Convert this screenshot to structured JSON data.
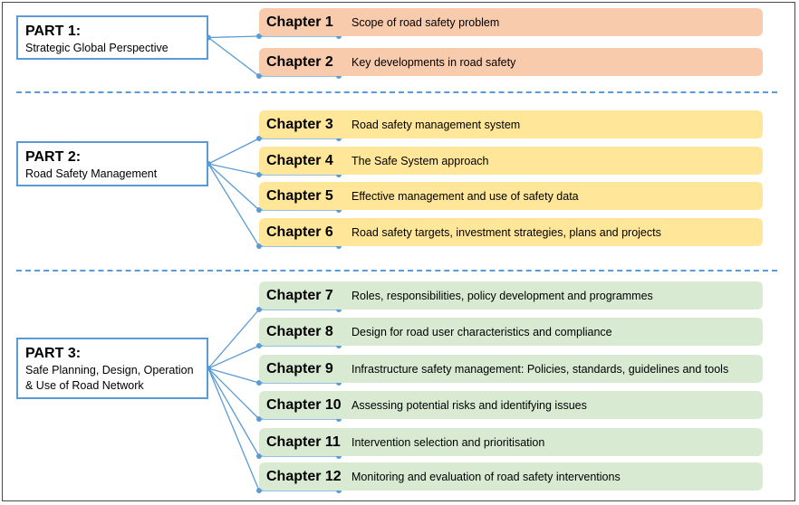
{
  "diagram": {
    "colors": {
      "frame": "#4a4a4a",
      "connector": "#5b9bd5",
      "part1_fill": "#f8cbad",
      "part2_fill": "#ffe699",
      "part3_fill": "#d9ead3"
    },
    "parts": [
      {
        "title": "PART 1:",
        "subtitle": "Strategic Global Perspective",
        "chapters": [
          {
            "label": "Chapter 1",
            "title": "Scope of road safety problem"
          },
          {
            "label": "Chapter 2",
            "title": "Key developments in road safety"
          }
        ]
      },
      {
        "title": "PART 2:",
        "subtitle": "Road Safety Management",
        "chapters": [
          {
            "label": "Chapter 3",
            "title": "Road safety management system"
          },
          {
            "label": "Chapter 4",
            "title": "The Safe System approach"
          },
          {
            "label": "Chapter 5",
            "title": "Effective management and use of safety data"
          },
          {
            "label": "Chapter 6",
            "title": "Road safety targets, investment strategies, plans and projects"
          }
        ]
      },
      {
        "title": "PART 3:",
        "subtitle": "Safe Planning, Design, Operation\n& Use of Road Network",
        "chapters": [
          {
            "label": "Chapter 7",
            "title": "Roles, responsibilities, policy development and programmes"
          },
          {
            "label": "Chapter 8",
            "title": "Design for road user characteristics and compliance"
          },
          {
            "label": "Chapter 9",
            "title": "Infrastructure safety management: Policies, standards, guidelines and tools"
          },
          {
            "label": "Chapter 10",
            "title": "Assessing potential risks and identifying issues"
          },
          {
            "label": "Chapter 11",
            "title": "Intervention selection and prioritisation"
          },
          {
            "label": "Chapter 12",
            "title": "Monitoring and evaluation of road safety interventions"
          }
        ]
      }
    ]
  }
}
